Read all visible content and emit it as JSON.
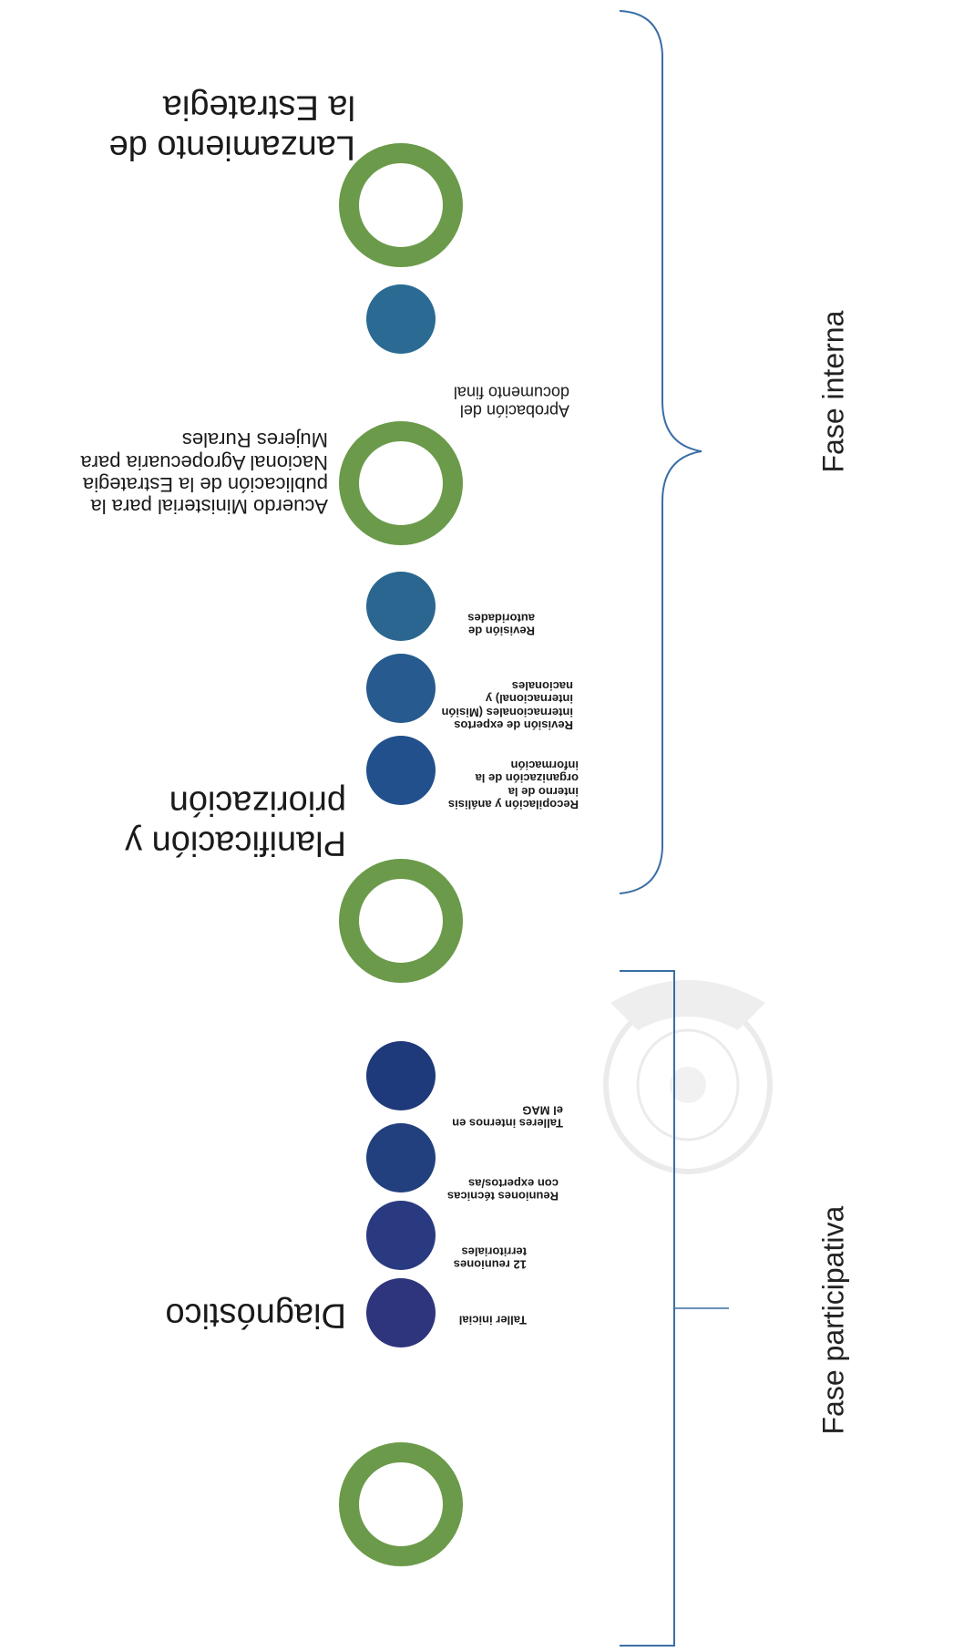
{
  "labels": {
    "lanzamiento": "Lanzamiento de la Estrategia",
    "aprobacion": "Aprobación del documento final",
    "acuerdo": "Acuerdo Ministerial para la publicación de la Estrategia Nacional Agropecuaria para Mujeres Rurales",
    "revision_autoridades": "Revisión de autoridades",
    "revision_expertos": "Revisión de expertos internacionales (Misión internacional) y nacionales",
    "recopilacion": "Recopilación y análisis interno de la organización de la información",
    "planificacion": "Planificación y priorización",
    "talleres_internos": "Talleres internos en el MAG",
    "reuniones_tecnicas": "Reuniones técnicas con expertos/as",
    "reuniones_territoriales": "12 reuniones territoriales",
    "taller_inicial": "Taller inicial",
    "diagnostico": "Diagnóstico"
  },
  "phases": {
    "interna": "Fase interna",
    "participativa": "Fase participativa"
  },
  "markers": [
    {
      "kind": "ring",
      "name": "ring-lanzamiento",
      "color": "#6b9a4a"
    },
    {
      "kind": "dot",
      "name": "dot-aprobacion",
      "color": "#2a6a93"
    },
    {
      "kind": "ring",
      "name": "ring-acuerdo",
      "color": "#6b9a4a"
    },
    {
      "kind": "dot",
      "name": "dot-revision-autoridades",
      "color": "#2a6690"
    },
    {
      "kind": "dot",
      "name": "dot-revision-expertos",
      "color": "#275a8e"
    },
    {
      "kind": "dot",
      "name": "dot-recopilacion",
      "color": "#22508d"
    },
    {
      "kind": "ring",
      "name": "ring-planificacion",
      "color": "#6b9a4a"
    },
    {
      "kind": "dot",
      "name": "dot-talleres-internos",
      "color": "#1f3a7a"
    },
    {
      "kind": "dot",
      "name": "dot-reuniones-tecnicas",
      "color": "#22407e"
    },
    {
      "kind": "dot",
      "name": "dot-reuniones-territoriales",
      "color": "#2a3a80"
    },
    {
      "kind": "dot",
      "name": "dot-taller-inicial",
      "color": "#2e357c"
    },
    {
      "kind": "ring",
      "name": "ring-diagnostico",
      "color": "#6b9a4a"
    }
  ]
}
